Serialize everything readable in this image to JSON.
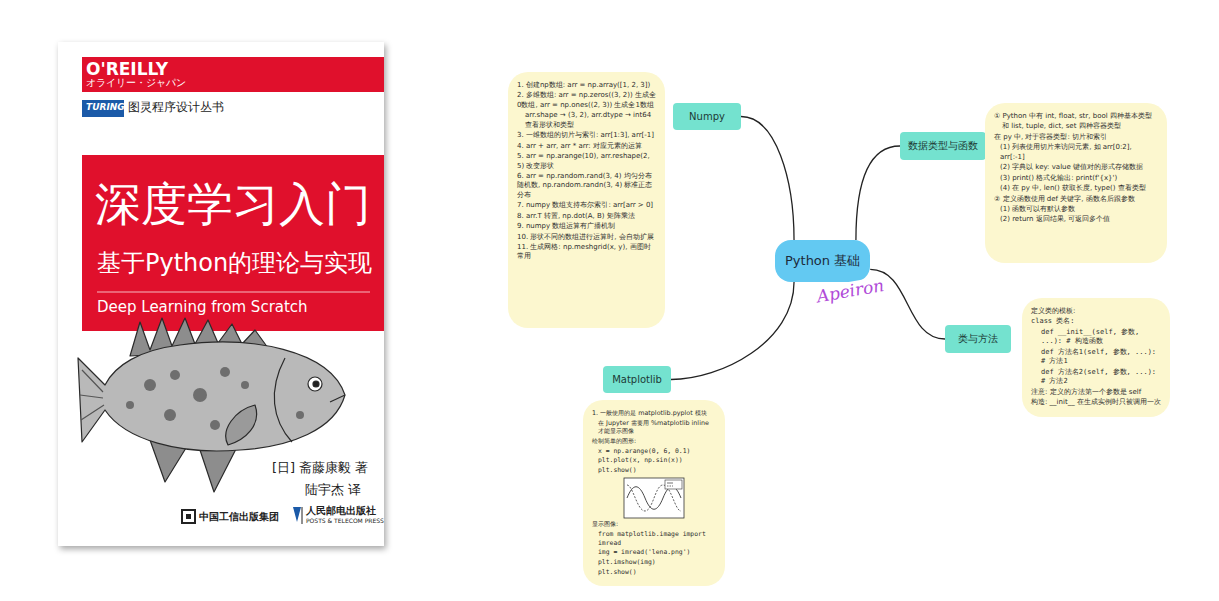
{
  "diagram": {
    "nodes": [
      {
        "text": [
          "Python 基础"
        ]
      },
      {
        "text": [
          "Numpy"
        ]
      },
      {
        "text": [
          "1. 创建np数组: arr = np.array([1, 2, 3])",
          "2. 多维数组: arr = np.zeros((3, 2)) 生成全0数组, arr = np.ones((2, 3)) 生成全1数组",
          "arr.shape → (3, 2), arr.dtype → int64 查看形状和类型",
          "3. 一维数组的切片与索引: arr[1:3], arr[-1]",
          "4. arr + arr, arr * arr: 对应元素的运算",
          "5. arr = np.arange(10), arr.reshape(2, 5) 改变形状",
          "6. arr = np.random.rand(3, 4) 均匀分布随机数, np.random.randn(3, 4) 标准正态分布",
          "7. numpy 数组支持布尔索引: arr[arr > 0]",
          "8. arr.T 转置, np.dot(A, B) 矩阵乘法",
          "9. numpy 数组运算有广播机制",
          "10. 形状不同的数组进行运算时, 会自动扩展",
          "11. 生成网格: np.meshgrid(x, y), 画图时常用"
        ]
      },
      {
        "text": [
          "Matplotlib"
        ]
      },
      {
        "text": [
          "1. 一般使用的是 matplotlib.pyplot 模块",
          "在 Jupyter 需要用 %matplotlib inline 才能显示图像",
          "绘制简单的图形:",
          "x = np.arange(0, 6, 0.1)",
          "plt.plot(x, np.sin(x))",
          "plt.show()",
          "显示图像:",
          "from matplotlib.image import imread",
          "img = imread('lena.png')",
          "plt.imshow(img)",
          "plt.show()"
        ]
      },
      {
        "text": [
          "数据类型与函数"
        ]
      },
      {
        "text": [
          "① Python 中有 int, float, str, bool 四种基本类型",
          "和 list, tuple, dict, set 四种容器类型",
          "在 py 中, 对于容器类型: 切片和索引",
          "(1) 列表使用切片来访问元素, 如 arr[0:2], arr[:-1]",
          "(2) 字典以 key: value 键值对的形式存储数据",
          "(3) print() 格式化输出: print(f'{x}')",
          "(4) 在 py 中, len() 获取长度, type() 查看类型",
          "② 定义函数使用 def 关键字, 函数名后跟参数",
          "(1) 函数可以有默认参数",
          "(2) return 返回结果, 可返回多个值"
        ]
      },
      {
        "text": [
          "类与方法"
        ]
      },
      {
        "text": [
          "定义类的模板:",
          "class 类名:",
          "def __init__(self, 参数, ...): # 构造函数",
          "def 方法名1(self, 参数, ...): # 方法1",
          "def 方法名2(self, 参数, ...): # 方法2",
          "注意: 定义的方法第一个参数是 self",
          "构造: __init__ 在生成实例时只被调用一次"
        ]
      }
    ],
    "edges": [
      {
        "from": 0,
        "to": 1,
        "arrow": "none"
      },
      {
        "from": 0,
        "to": 3,
        "arrow": "none"
      },
      {
        "from": 0,
        "to": 5,
        "arrow": "none"
      },
      {
        "from": 0,
        "to": 7,
        "arrow": "none"
      }
    ],
    "labels": [
      "O'REILLY",
      "オライリー・ジャパン",
      "TURING",
      "图灵程序设计丛书",
      "深度学习入门",
      "基于Python的理论与实现",
      "Deep Learning from Scratch",
      "[日] 斋藤康毅 著",
      "陆宇杰 译",
      "中国工信出版集团",
      "人民邮电出版社",
      "POSTS & TELECOM PRESS",
      "Apeiron"
    ]
  }
}
